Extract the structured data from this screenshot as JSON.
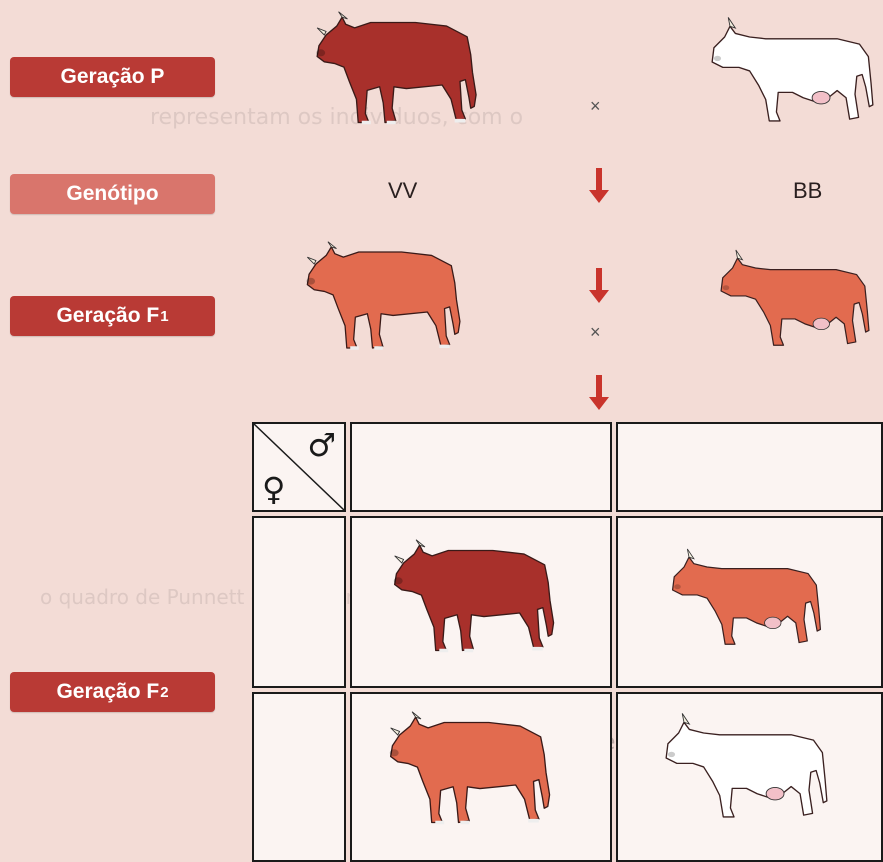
{
  "labels": {
    "generation_p": "Geração P",
    "genotype": "Genótipo",
    "generation_f1_prefix": "Geração F",
    "generation_f1_sub": "1",
    "generation_f2_prefix": "Geração F",
    "generation_f2_sub": "2"
  },
  "genotypes": {
    "left": "VV",
    "right": "BB"
  },
  "cross_symbol": "×",
  "punnett": {
    "female_symbol": "♀",
    "male_symbol": "♂"
  },
  "colors": {
    "dark_red_cow": "#a8302b",
    "red_cow": "#e26b4f",
    "white_cow": "#ffffff",
    "label_dark": "#b93a35",
    "label_light": "#d9756c",
    "arrow": "#c9342c"
  }
}
